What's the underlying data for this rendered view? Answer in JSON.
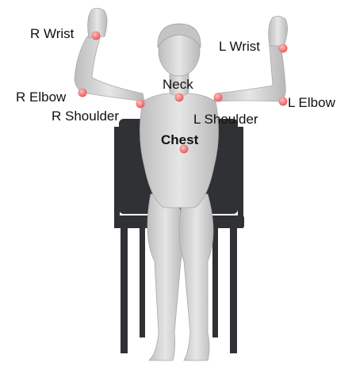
{
  "labels": {
    "r_wrist": "R Wrist",
    "l_wrist": "L Wrist",
    "neck": "Neck",
    "r_elbow": "R Elbow",
    "l_elbow": "L Elbow",
    "r_shoulder": "R Shoulder",
    "l_shoulder": "L Shoulder",
    "chest": "Chest"
  },
  "colors": {
    "keypoint": "#f06a6a",
    "body": "#d9d9d9",
    "chair": "#2f3134"
  }
}
